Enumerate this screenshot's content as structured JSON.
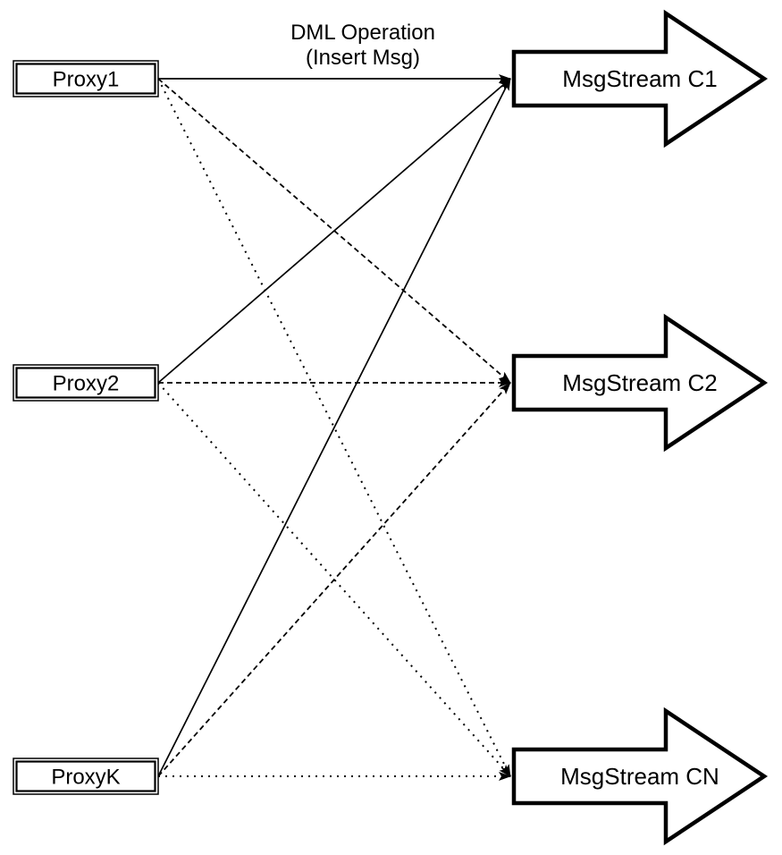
{
  "diagram": {
    "annotation": {
      "line1": "DML Operation",
      "line2": "(Insert Msg)"
    },
    "proxies": [
      {
        "id": "proxy1",
        "label": "Proxy1"
      },
      {
        "id": "proxy2",
        "label": "Proxy2"
      },
      {
        "id": "proxyk",
        "label": "ProxyK"
      }
    ],
    "streams": [
      {
        "id": "c1",
        "label": "MsgStream C1"
      },
      {
        "id": "c2",
        "label": "MsgStream C2"
      },
      {
        "id": "cn",
        "label": "MsgStream CN"
      }
    ],
    "edges": [
      {
        "from": "proxy1",
        "to": "c1",
        "style": "solid"
      },
      {
        "from": "proxy1",
        "to": "c2",
        "style": "dashed"
      },
      {
        "from": "proxy1",
        "to": "cn",
        "style": "dotted"
      },
      {
        "from": "proxy2",
        "to": "c1",
        "style": "solid"
      },
      {
        "from": "proxy2",
        "to": "c2",
        "style": "dashed"
      },
      {
        "from": "proxy2",
        "to": "cn",
        "style": "dotted"
      },
      {
        "from": "proxyk",
        "to": "c1",
        "style": "solid"
      },
      {
        "from": "proxyk",
        "to": "c2",
        "style": "dashed"
      },
      {
        "from": "proxyk",
        "to": "cn",
        "style": "dotted"
      }
    ],
    "colors": {
      "stroke": "#000000",
      "background": "#ffffff"
    }
  }
}
